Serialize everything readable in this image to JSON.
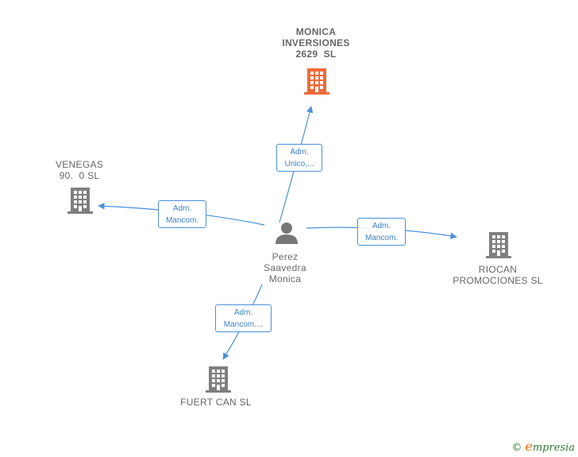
{
  "diagram": {
    "nodes": {
      "center": {
        "lines": [
          "Perez",
          "Saavedra",
          "Monica"
        ],
        "type": "person",
        "color": "#777777"
      },
      "monica": {
        "lines": [
          "MONICA",
          "INVERSIONES",
          "2629  SL"
        ],
        "type": "company",
        "color": "#ee6a3a"
      },
      "venegas": {
        "lines": [
          "VENEGAS",
          "90.  0 SL"
        ],
        "type": "company",
        "color": "#7f7f7f"
      },
      "riocan": {
        "lines": [
          "RIOCAN",
          "PROMOCIONES SL"
        ],
        "type": "company",
        "color": "#7f7f7f"
      },
      "fuert": {
        "lines": [
          "FUERT CAN SL"
        ],
        "type": "company",
        "color": "#7f7f7f"
      }
    },
    "edges": [
      {
        "to": "monica",
        "role": [
          "Adm.",
          "Unico,..."
        ]
      },
      {
        "to": "venegas",
        "role": [
          "Adm.",
          "Mancom."
        ]
      },
      {
        "to": "riocan",
        "role": [
          "Adm.",
          "Mancom."
        ]
      },
      {
        "to": "fuert",
        "role": [
          "Adm.",
          "Mancom...."
        ]
      }
    ],
    "edge_color": "#4a90d9"
  },
  "footer": {
    "copyright_symbol": "©",
    "brand_initial": "e",
    "brand_rest": "mpresia"
  }
}
